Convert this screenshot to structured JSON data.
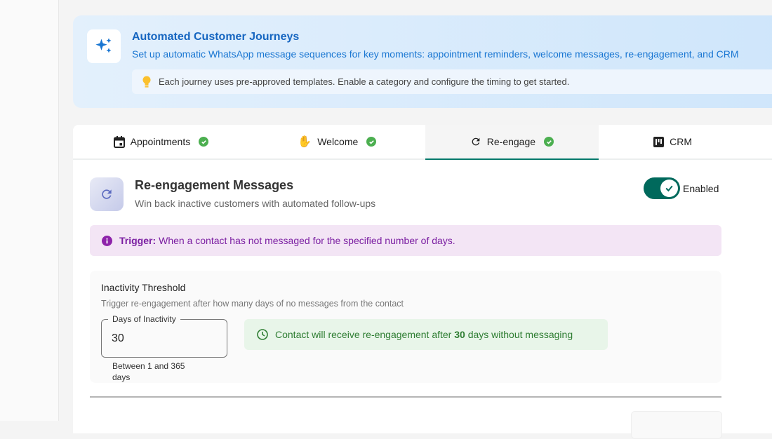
{
  "banner": {
    "title": "Automated Customer Journeys",
    "subtitle": "Set up automatic WhatsApp message sequences for key moments: appointment reminders, welcome messages, re-engagement, and CRM",
    "tip": "Each journey uses pre-approved templates. Enable a category and configure the timing to get started.",
    "icon": "sparkles-icon"
  },
  "tabs": [
    {
      "label": "Appointments",
      "icon": "calendar-icon",
      "done": true
    },
    {
      "label": "Welcome",
      "icon": "waving-hand-icon",
      "done": true
    },
    {
      "label": "Re-engage",
      "icon": "refresh-icon",
      "done": true,
      "active": true
    },
    {
      "label": "CRM",
      "icon": "kanban-icon"
    }
  ],
  "section": {
    "title": "Re-engagement Messages",
    "subtitle": "Win back inactive customers with automated follow-ups",
    "toggle_label": "Enabled",
    "enabled": true
  },
  "trigger": {
    "label": "Trigger:",
    "text": "When a contact has not messaged for the specified number of days."
  },
  "threshold": {
    "title": "Inactivity Threshold",
    "description": "Trigger re-engagement after how many days of no messages from the contact",
    "field_label": "Days of Inactivity",
    "value": "30",
    "helper": "Between 1 and 365 days",
    "info_pre": "Contact will receive re-engagement after",
    "info_days": "30",
    "info_post": "days without messaging"
  },
  "colors": {
    "accent": "#00695c",
    "banner_title": "#1565c0",
    "trigger": "#7b1fa2",
    "success": "#2e7d32"
  }
}
